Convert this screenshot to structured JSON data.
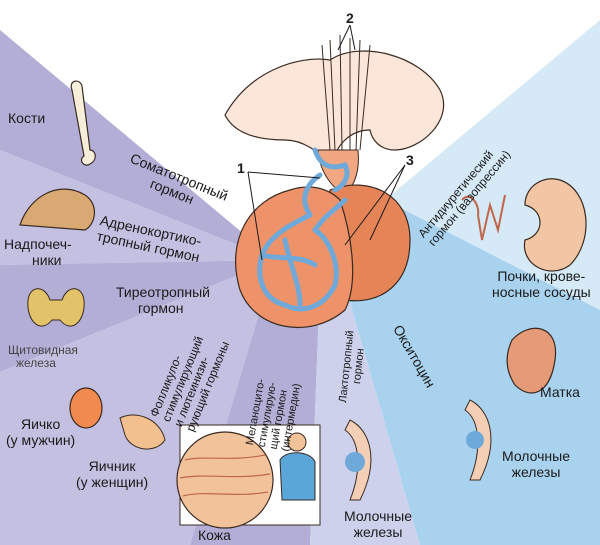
{
  "colors": {
    "anterior_lobe": "#e8845c",
    "posterior_lobe": "#e07a50",
    "blood_vessels": "#7fb6e0",
    "sector_purple": "#a9a3cf",
    "sector_lilac": "#c9c5e3",
    "sector_blue": "#9fcbe9",
    "sector_light_blue": "#cfe6f5"
  },
  "numbers": {
    "n1": "1",
    "n2": "2",
    "n3": "3"
  },
  "targets": {
    "bones": "Кости",
    "adrenal_1": "Надпочеч-",
    "adrenal_2": "ники",
    "thyroid_1": "Щитовидная",
    "thyroid_2": "железа",
    "testis_1": "Яичко",
    "testis_2": "(у мужчин)",
    "ovary_1": "Яичник",
    "ovary_2": "(у женщин)",
    "skin": "Кожа",
    "mammary_left_1": "Молочные",
    "mammary_left_2": "железы",
    "kidney_1": "Почки, крове-",
    "kidney_2": "носные сосуды",
    "uterus": "Матка",
    "mammary_right_1": "Молочные",
    "mammary_right_2": "железы"
  },
  "hormones": {
    "somatotropic_1": "Соматотропный",
    "somatotropic_2": "гормон",
    "acth_1": "Адренокортико-",
    "acth_2": "тропный гормон",
    "tsh_1": "Тиреотропный",
    "tsh_2": "гормон",
    "gonadotropic_1": "Фолликуло-",
    "gonadotropic_2": "стимулирующий",
    "gonadotropic_3": "и лютеинизи-",
    "gonadotropic_4": "рующий гормоны",
    "msh_1": "Меланоцито-",
    "msh_2": "стимулирую-",
    "msh_3": "щий гормон",
    "msh_4": "(интермедин)",
    "lactotropic_1": "Лактотропный",
    "lactotropic_2": "гормон",
    "adh_1": "Антидиуретический",
    "adh_2": "гормон (вазопрессин)",
    "oxytocin": "Окситоцин"
  }
}
